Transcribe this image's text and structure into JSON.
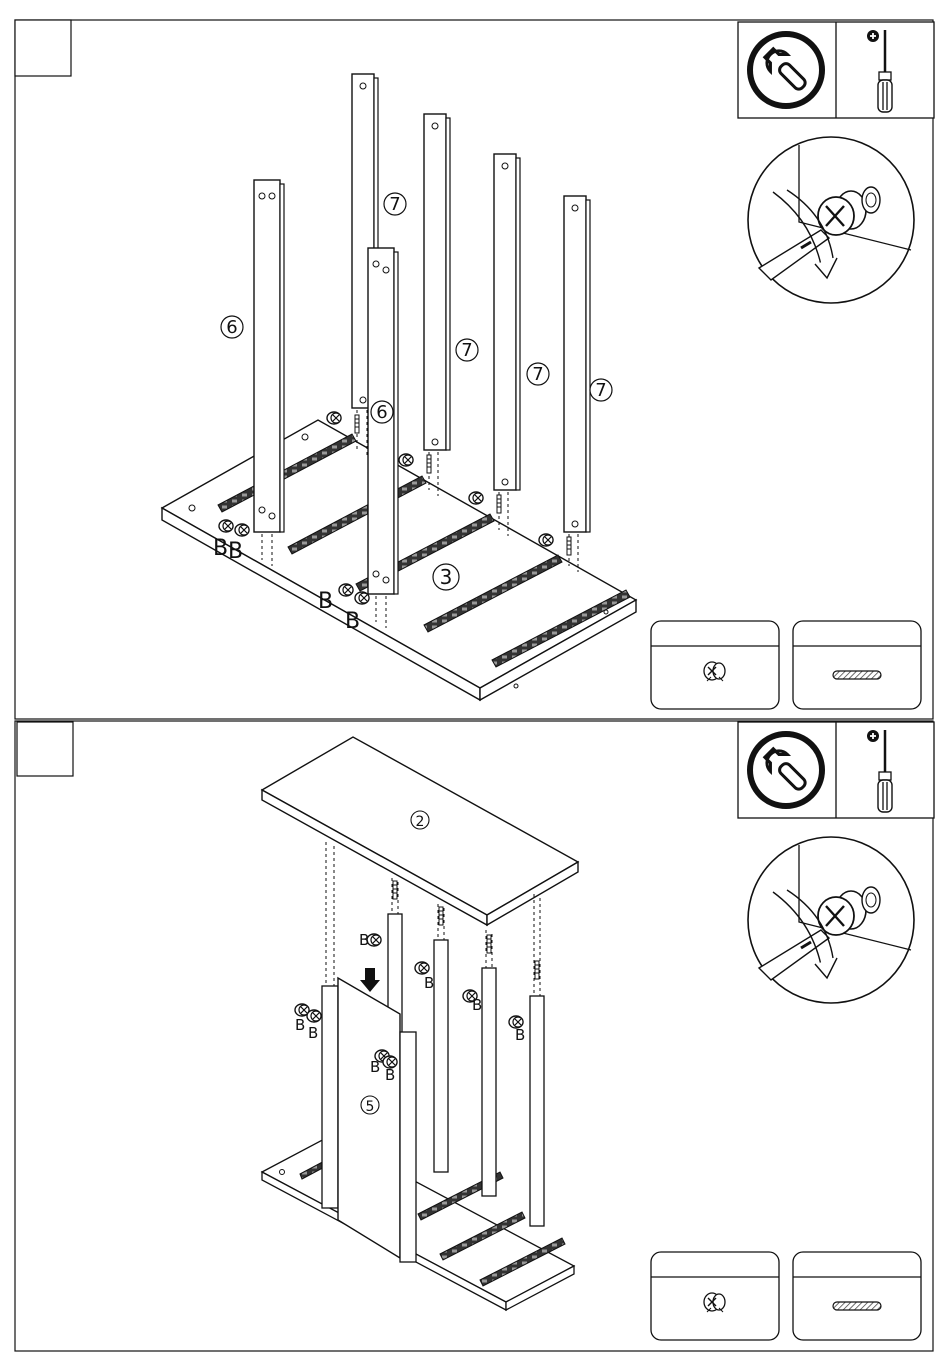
{
  "colors": {
    "stroke": "#1a1a1a",
    "background": "#ffffff",
    "rail": "#555555"
  },
  "icons": {
    "tool_badge": "wrench-in-circle-icon",
    "screwdriver": "phillips-screwdriver-icon",
    "cam_lock": "cam-lock-fitting-icon",
    "dowel": "wooden-dowel-icon",
    "turn_detail": "cam-lock-turning-detail-icon"
  },
  "step1": {
    "labels": {
      "panel_6_left": "6",
      "panel_6_front": "6",
      "panel_7_a": "7",
      "panel_7_b": "7",
      "panel_7_c": "7",
      "panel_7_d": "7",
      "panel_3": "3"
    },
    "fittings": [
      "B",
      "B",
      "B",
      "B"
    ]
  },
  "step2": {
    "labels": {
      "panel_2": "2",
      "panel_5": "5"
    },
    "fittings": [
      "B",
      "B",
      "B",
      "B",
      "B",
      "B",
      "B",
      "B"
    ]
  }
}
